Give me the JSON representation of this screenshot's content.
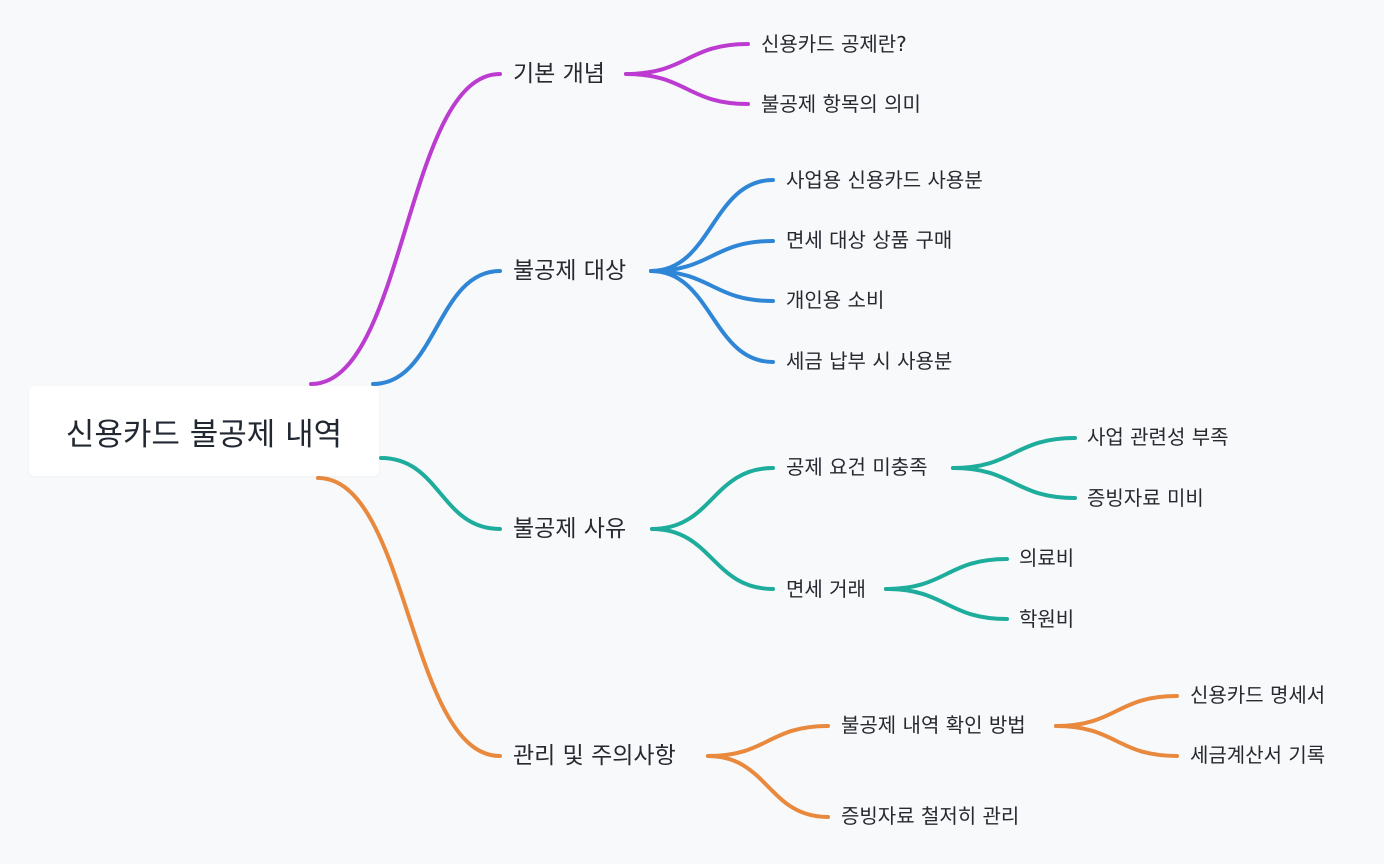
{
  "root": {
    "label": "신용카드 불공제 내역"
  },
  "branches": [
    {
      "label": "기본 개념",
      "color": "#bc3bd0",
      "children": [
        {
          "label": "신용카드 공제란?"
        },
        {
          "label": "불공제 항목의 의미"
        }
      ]
    },
    {
      "label": "불공제 대상",
      "color": "#2f86d6",
      "children": [
        {
          "label": "사업용 신용카드 사용분"
        },
        {
          "label": "면세 대상 상품 구매"
        },
        {
          "label": "개인용 소비"
        },
        {
          "label": "세금 납부 시 사용분"
        }
      ]
    },
    {
      "label": "불공제 사유",
      "color": "#1ead9c",
      "children": [
        {
          "label": "공제 요건 미충족",
          "children": [
            {
              "label": "사업 관련성 부족"
            },
            {
              "label": "증빙자료 미비"
            }
          ]
        },
        {
          "label": "면세 거래",
          "children": [
            {
              "label": "의료비"
            },
            {
              "label": "학원비"
            }
          ]
        }
      ]
    },
    {
      "label": "관리 및 주의사항",
      "color": "#e8893e",
      "children": [
        {
          "label": "불공제 내역 확인 방법",
          "children": [
            {
              "label": "신용카드 명세서"
            },
            {
              "label": "세금계산서 기록"
            }
          ]
        },
        {
          "label": "증빙자료 철저히 관리"
        }
      ]
    }
  ]
}
